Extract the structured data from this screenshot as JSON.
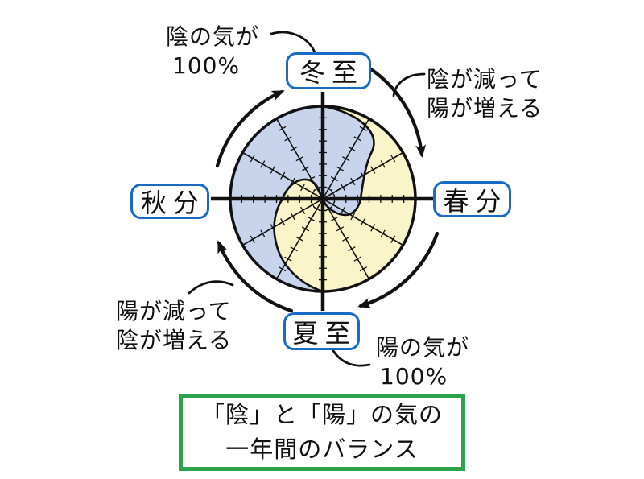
{
  "seasons": {
    "winter": "冬至",
    "spring": "春分",
    "summer": "夏至",
    "autumn": "秋分"
  },
  "annotations": {
    "yin_peak": {
      "line1": "陰の気が",
      "line2": "100%"
    },
    "yin_waning": {
      "line1": "陰が減って",
      "line2": "陽が増える"
    },
    "yang_peak": {
      "line1": "陽の気が",
      "line2": "100%"
    },
    "yang_waning": {
      "line1": "陽が減って",
      "line2": "陰が増える"
    }
  },
  "caption": {
    "line1": "「陰」と「陽」の気の",
    "line2": "一年間のバランス"
  },
  "colors": {
    "yin_fill": "#c8d4eb",
    "yang_fill": "#faf5c8",
    "season_box_border": "#1a6bc7",
    "caption_border": "#2ba34a",
    "line": "#111111"
  }
}
